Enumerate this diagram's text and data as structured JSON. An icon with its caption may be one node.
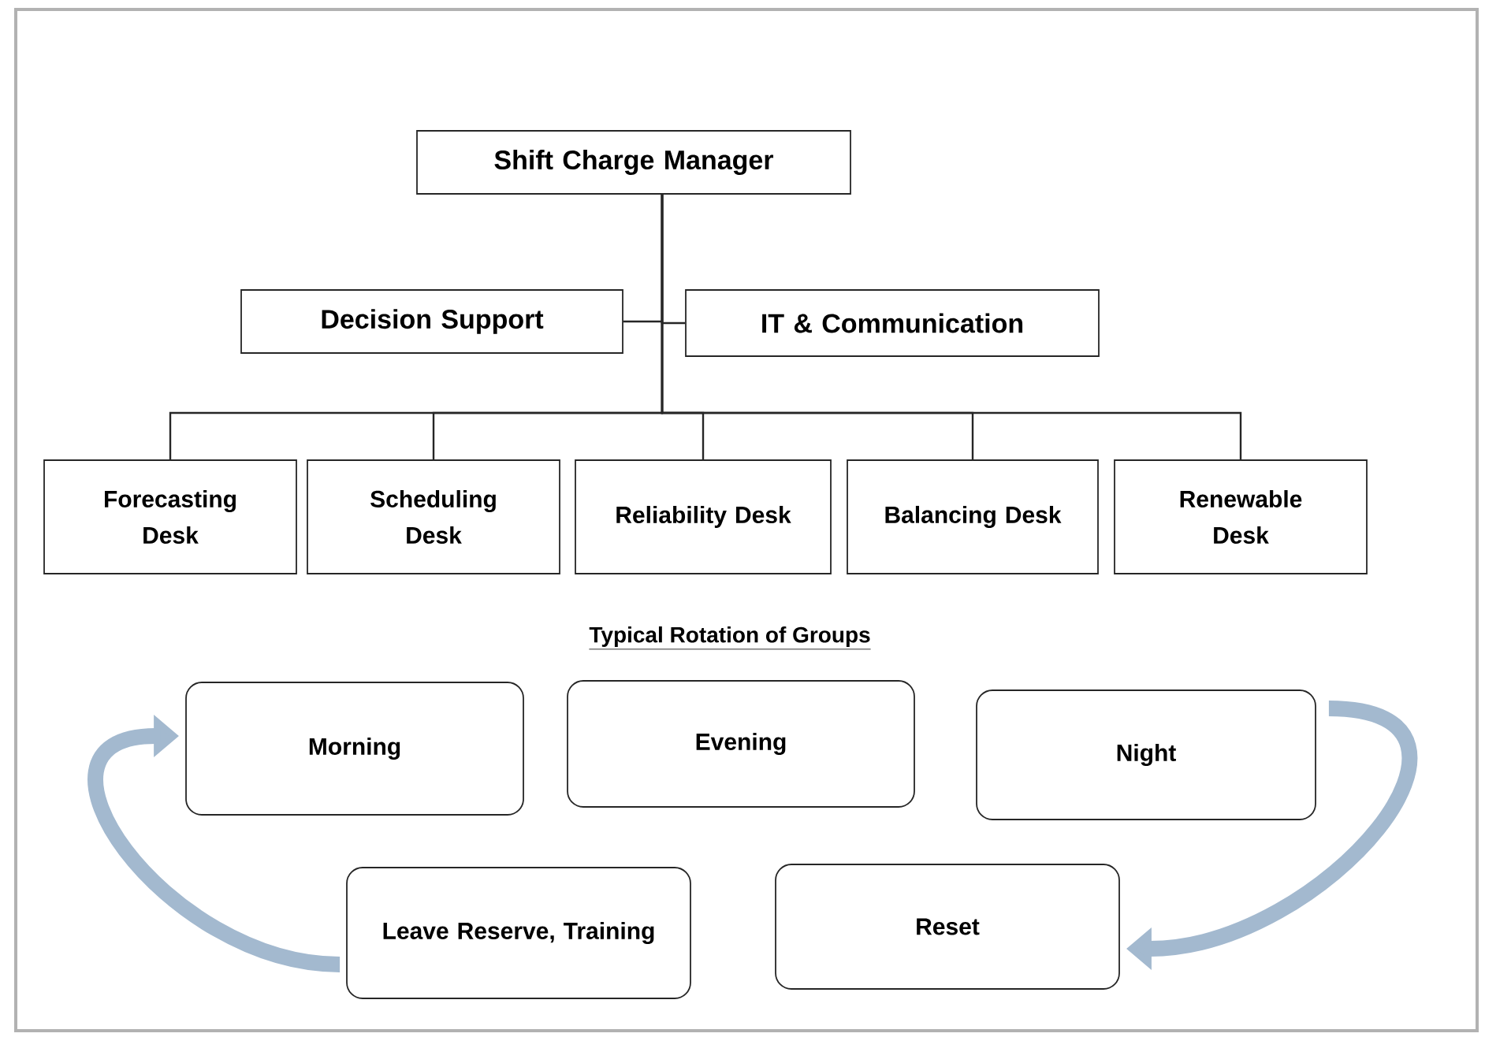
{
  "diagram": {
    "nodes": [
      {
        "text": [
          "Shift Charge Manager"
        ]
      },
      {
        "text": [
          "Decision Support"
        ]
      },
      {
        "text": [
          "IT & Communication"
        ]
      },
      {
        "text": [
          "Forecasting Desk"
        ]
      },
      {
        "text": [
          "Scheduling Desk"
        ]
      },
      {
        "text": [
          "Reliability Desk"
        ]
      },
      {
        "text": [
          "Balancing Desk"
        ]
      },
      {
        "text": [
          "Renewable Desk"
        ]
      },
      {
        "text": [
          "Morning"
        ]
      },
      {
        "text": [
          "Evening"
        ]
      },
      {
        "text": [
          "Night"
        ]
      },
      {
        "text": [
          "Leave Reserve, Training"
        ]
      },
      {
        "text": [
          "Reset"
        ]
      }
    ],
    "edges": [
      {
        "from": 0,
        "to": 1,
        "arrow": "none"
      },
      {
        "from": 0,
        "to": 2,
        "arrow": "none"
      },
      {
        "from": 0,
        "to": 3,
        "arrow": "none"
      },
      {
        "from": 0,
        "to": 4,
        "arrow": "none"
      },
      {
        "from": 0,
        "to": 5,
        "arrow": "none"
      },
      {
        "from": 0,
        "to": 6,
        "arrow": "none"
      },
      {
        "from": 0,
        "to": 7,
        "arrow": "none"
      },
      {
        "from": 10,
        "to": 12,
        "arrow": "to",
        "style": "thick",
        "color": "#a3b9cf"
      },
      {
        "from": 11,
        "to": 8,
        "arrow": "to",
        "style": "thick",
        "color": "#a3b9cf"
      }
    ],
    "labels": [
      "Typical Rotation of Groups"
    ]
  }
}
